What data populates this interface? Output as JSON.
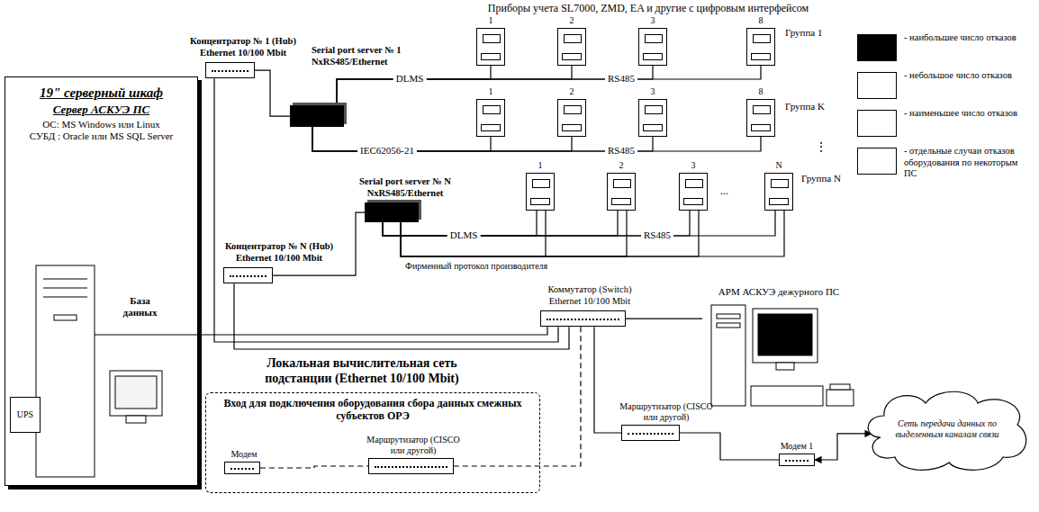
{
  "diagram": {
    "title": "Приборы учета SL7000, ZMD, EA и другие с цифровым интерфейсом",
    "nodes": [
      {
        "text": [
          "19\" серверный шкаф",
          "Сервер АСКУЭ ПС",
          "ОС: MS Windows или Linux",
          "СУБД : Oracle или MS SQL Server"
        ]
      },
      {
        "text": [
          "UPS"
        ],
        "in": 0
      },
      {
        "text": [
          "Концентратор № 1 (Hub) Ethernet 10/100 Mbit"
        ]
      },
      {
        "text": [
          "Serial port server № 1 NxRS485/Ethernet"
        ]
      },
      {
        "text": [
          "Serial port server № N NxRS485/Ethernet"
        ]
      },
      {
        "text": [
          "Концентратор № N (Hub) Ethernet 10/100 Mbit"
        ]
      },
      {
        "text": [
          "1"
        ]
      },
      {
        "text": [
          "2"
        ]
      },
      {
        "text": [
          "3"
        ]
      },
      {
        "text": [
          "8"
        ]
      },
      {
        "text": [
          "1"
        ]
      },
      {
        "text": [
          "2"
        ]
      },
      {
        "text": [
          "3"
        ]
      },
      {
        "text": [
          "8"
        ]
      },
      {
        "text": [
          "1"
        ]
      },
      {
        "text": [
          "2"
        ]
      },
      {
        "text": [
          "3"
        ]
      },
      {
        "text": [
          "N"
        ]
      },
      {
        "text": [
          "Коммутатор (Switch) Ethernet 10/100 Mbit"
        ]
      },
      {
        "text": [
          "АРМ АСКУЭ дежурного ПС"
        ]
      },
      {
        "text": [
          "Вход для подключения оборудования сбора данных смежных субъектов ОРЭ"
        ]
      },
      {
        "text": [
          "Модем"
        ],
        "in": 20
      },
      {
        "text": [
          "Маршрутизатор (CISCO или другой)"
        ],
        "in": 20
      },
      {
        "text": [
          "Маршрутизатор (CISCO или другой)"
        ]
      },
      {
        "text": [
          "Модем 1"
        ]
      },
      {
        "text": [
          "Сеть передачи данных по выделенным каналам связи"
        ]
      }
    ],
    "edges": [
      {
        "from": 2,
        "to": 3,
        "arrow": "none"
      },
      {
        "from": 3,
        "to": 6,
        "arrow": "none"
      },
      {
        "from": 3,
        "to": 7,
        "arrow": "none"
      },
      {
        "from": 3,
        "to": 8,
        "arrow": "none"
      },
      {
        "from": 3,
        "to": 9,
        "arrow": "none"
      },
      {
        "from": 3,
        "to": 10,
        "arrow": "none"
      },
      {
        "from": 3,
        "to": 11,
        "arrow": "none"
      },
      {
        "from": 3,
        "to": 12,
        "arrow": "none"
      },
      {
        "from": 3,
        "to": 13,
        "arrow": "none"
      },
      {
        "from": 5,
        "to": 4,
        "arrow": "none"
      },
      {
        "from": 4,
        "to": 14,
        "arrow": "none"
      },
      {
        "from": 4,
        "to": 15,
        "arrow": "none"
      },
      {
        "from": 4,
        "to": 16,
        "arrow": "none"
      },
      {
        "from": 4,
        "to": 17,
        "arrow": "none"
      },
      {
        "from": 4,
        "to": 14,
        "arrow": "none"
      },
      {
        "from": 4,
        "to": 15,
        "arrow": "none"
      },
      {
        "from": 4,
        "to": 16,
        "arrow": "none"
      },
      {
        "from": 4,
        "to": 17,
        "arrow": "none"
      },
      {
        "from": 0,
        "to": 18,
        "arrow": "none"
      },
      {
        "from": 2,
        "to": 18,
        "arrow": "none"
      },
      {
        "from": 5,
        "to": 18,
        "arrow": "none"
      },
      {
        "from": 18,
        "to": 19,
        "arrow": "none"
      },
      {
        "from": 18,
        "to": 23,
        "arrow": "none"
      },
      {
        "from": 18,
        "to": 22,
        "arrow": "none"
      },
      {
        "from": 21,
        "to": 22,
        "arrow": "none"
      },
      {
        "from": 23,
        "to": 24,
        "arrow": "none"
      },
      {
        "from": 24,
        "to": 25,
        "arrow": "both"
      }
    ],
    "labels": [
      "Группа 1",
      "Группа K",
      "⋮",
      "Группа N",
      "...",
      "DLMS",
      "RS485",
      "IEC62056-21",
      "RS485",
      "DLMS",
      "RS485",
      "Фирменный протокол производителя",
      "База данных",
      "Локальная вычислительная сеть подстанции (Ethernet 10/100 Mbit)"
    ],
    "legend": [
      {
        "text": "- наибольшее число отказов",
        "color": "#000000"
      },
      {
        "text": "- небольшое число отказов",
        "color": "#ffffff"
      },
      {
        "text": "- наименьшее число отказов",
        "color": "#ffffff"
      },
      {
        "text": "- отдельные случаи отказов оборудования по некоторым ПС",
        "color": "#ffffff"
      }
    ]
  }
}
